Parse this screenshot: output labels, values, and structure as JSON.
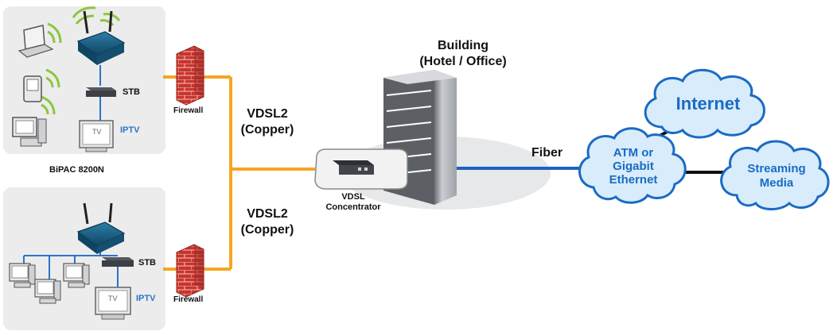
{
  "labels": {
    "stb": "STB",
    "iptv": "IPTV",
    "tv": "TV",
    "firewall": "Firewall",
    "bipac": "BiPAC 8200N",
    "vdsl2_line1": "VDSL2",
    "vdsl2_line2": "(Copper)",
    "building_line1": "Building",
    "building_line2": "(Hotel / Office)",
    "concentrator_line1": "VDSL",
    "concentrator_line2": "Concentrator",
    "fiber": "Fiber"
  },
  "clouds": {
    "internet": "Internet",
    "atm_line1": "ATM or",
    "atm_line2": "Gigabit",
    "atm_line3": "Ethernet",
    "streaming_line1": "Streaming",
    "streaming_line2": "Media"
  },
  "colors": {
    "copper": "#f5a623",
    "fiber": "#1d63c0",
    "cloud_fill": "#d9ecfb",
    "cloud_stroke": "#1a6bc4",
    "panel": "#ececec",
    "firewall": "#c9342d"
  }
}
